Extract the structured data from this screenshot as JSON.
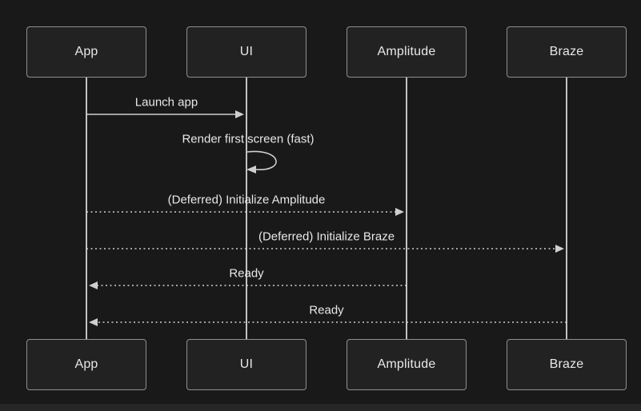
{
  "diagram": {
    "type": "sequence-diagram",
    "participants": [
      {
        "name": "App"
      },
      {
        "name": "UI"
      },
      {
        "name": "Amplitude"
      },
      {
        "name": "Braze"
      }
    ],
    "messages": [
      {
        "from": "App",
        "to": "UI",
        "label": "Launch app",
        "style": "solid"
      },
      {
        "from": "UI",
        "to": "UI",
        "label": "Render first screen (fast)",
        "style": "self"
      },
      {
        "from": "App",
        "to": "Amplitude",
        "label": "(Deferred) Initialize Amplitude",
        "style": "dotted"
      },
      {
        "from": "App",
        "to": "Braze",
        "label": "(Deferred) Initialize Braze",
        "style": "dotted"
      },
      {
        "from": "Amplitude",
        "to": "App",
        "label": "Ready",
        "style": "dotted"
      },
      {
        "from": "Braze",
        "to": "App",
        "label": "Ready",
        "style": "dotted"
      }
    ],
    "colors": {
      "background": "#191919",
      "box_fill": "#222222",
      "box_border": "#8f8f8f",
      "line": "#cfcfcf",
      "lifeline": "#d6d6d6",
      "text": "#e8e8e8",
      "bottom_band": "#262626"
    }
  }
}
